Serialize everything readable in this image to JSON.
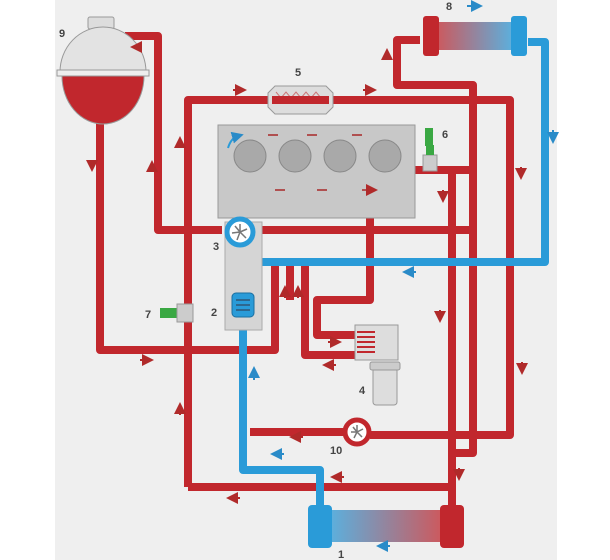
{
  "diagram": {
    "labels": {
      "radiator": "1",
      "thermostat": "2",
      "water_pump": "3",
      "heater_core": "4",
      "oil_cooler": "5",
      "temp_sensor_outlet": "6",
      "temp_sensor_inlet": "7",
      "auxiliary_radiator": "8",
      "expansion_tank": "9",
      "auxiliary_pump": "10"
    },
    "colors": {
      "hot": "#c1272d",
      "cold": "#2a9bd8",
      "background": "#efefef"
    }
  }
}
